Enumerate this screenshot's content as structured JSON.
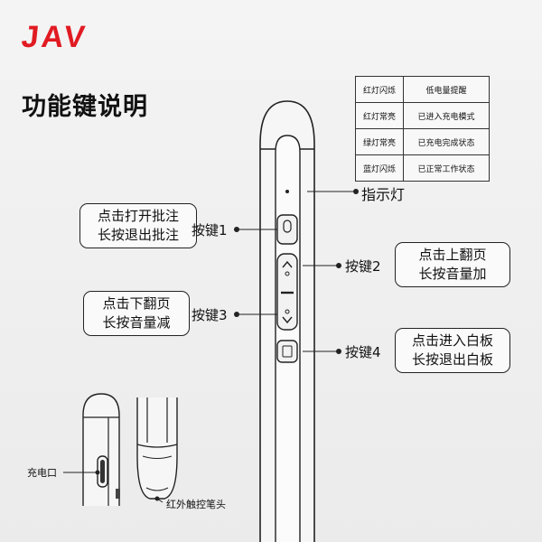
{
  "brand": "JAV",
  "title": "功能键说明",
  "legend": [
    {
      "state": "红灯闪烁",
      "meaning": "低电量提醒"
    },
    {
      "state": "红灯常亮",
      "meaning": "已进入充电模式"
    },
    {
      "state": "绿灯常亮",
      "meaning": "已充电完成状态"
    },
    {
      "state": "蓝灯闪烁",
      "meaning": "已正常工作状态"
    }
  ],
  "indicator_label": "指示灯",
  "button1": {
    "label": "按键1",
    "desc_line1": "点击打开批注",
    "desc_line2": "长按退出批注"
  },
  "button2": {
    "label": "按键2",
    "desc_line1": "点击上翻页",
    "desc_line2": "长按音量加"
  },
  "button3": {
    "label": "按键3",
    "desc_line1": "点击下翻页",
    "desc_line2": "长按音量减"
  },
  "button4": {
    "label": "按键4",
    "desc_line1": "点击进入白板",
    "desc_line2": "长按退出白板"
  },
  "charge_port_label": "充电口",
  "tip_label": "红外触控笔头"
}
